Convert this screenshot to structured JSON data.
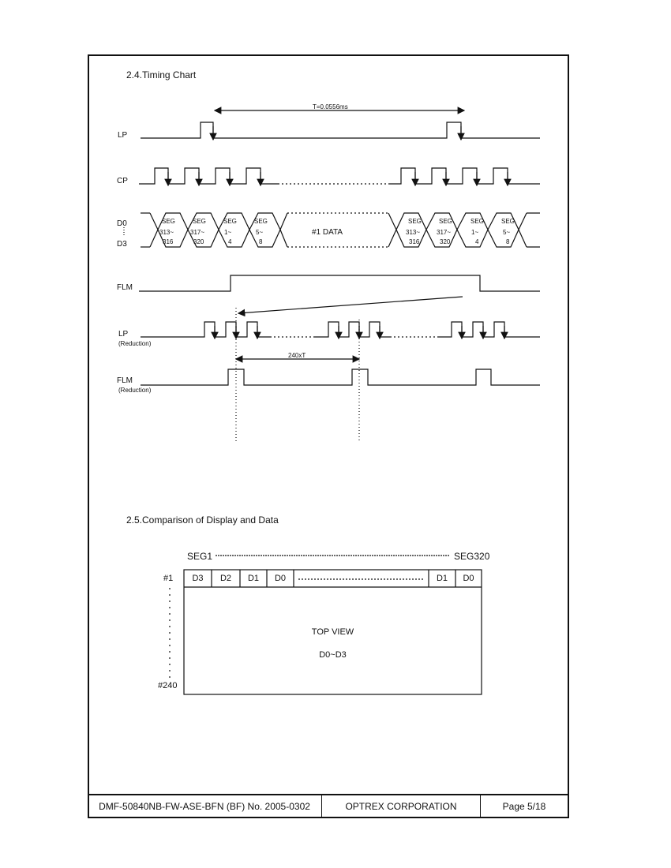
{
  "section_timing": {
    "title": "2.4.Timing Chart"
  },
  "timing": {
    "period_label": "T=0.0556ms",
    "signal_lp": "LP",
    "signal_cp": "CP",
    "signal_d0": "D0",
    "signal_d3": "D3",
    "signal_flm": "FLM",
    "signal_lp_reduction": "LP",
    "signal_flm_reduction": "FLM",
    "reduction_label": "(Reduction)",
    "reduction_label_2": "(Reduction)",
    "frame_label": "240xT",
    "data_label": "#1  DATA",
    "seg_word": "SEG",
    "segments_left": [
      {
        "top": "313~",
        "bottom": "316"
      },
      {
        "top": "317~",
        "bottom": "320"
      },
      {
        "top": "1~",
        "bottom": "4"
      },
      {
        "top": "5~",
        "bottom": "8"
      }
    ],
    "segments_right": [
      {
        "top": "313~",
        "bottom": "316"
      },
      {
        "top": "317~",
        "bottom": "320"
      },
      {
        "top": "1~",
        "bottom": "4"
      },
      {
        "top": "5~",
        "bottom": "8"
      }
    ]
  },
  "section_comparison": {
    "title": "2.5.Comparison of Display and Data",
    "seg_start": "SEG1",
    "seg_end": "SEG320",
    "row_first": "#1",
    "row_last": "#240",
    "cells_left": [
      "D3",
      "D2",
      "D1",
      "D0"
    ],
    "cells_right": [
      "D1",
      "D0"
    ],
    "center_title": "TOP VIEW",
    "center_sub": "D0~D3"
  },
  "footer": {
    "doc_number": "DMF-50840NB-FW-ASE-BFN (BF) No. 2005-0302",
    "company": "OPTREX CORPORATION",
    "page": "Page 5/18"
  }
}
